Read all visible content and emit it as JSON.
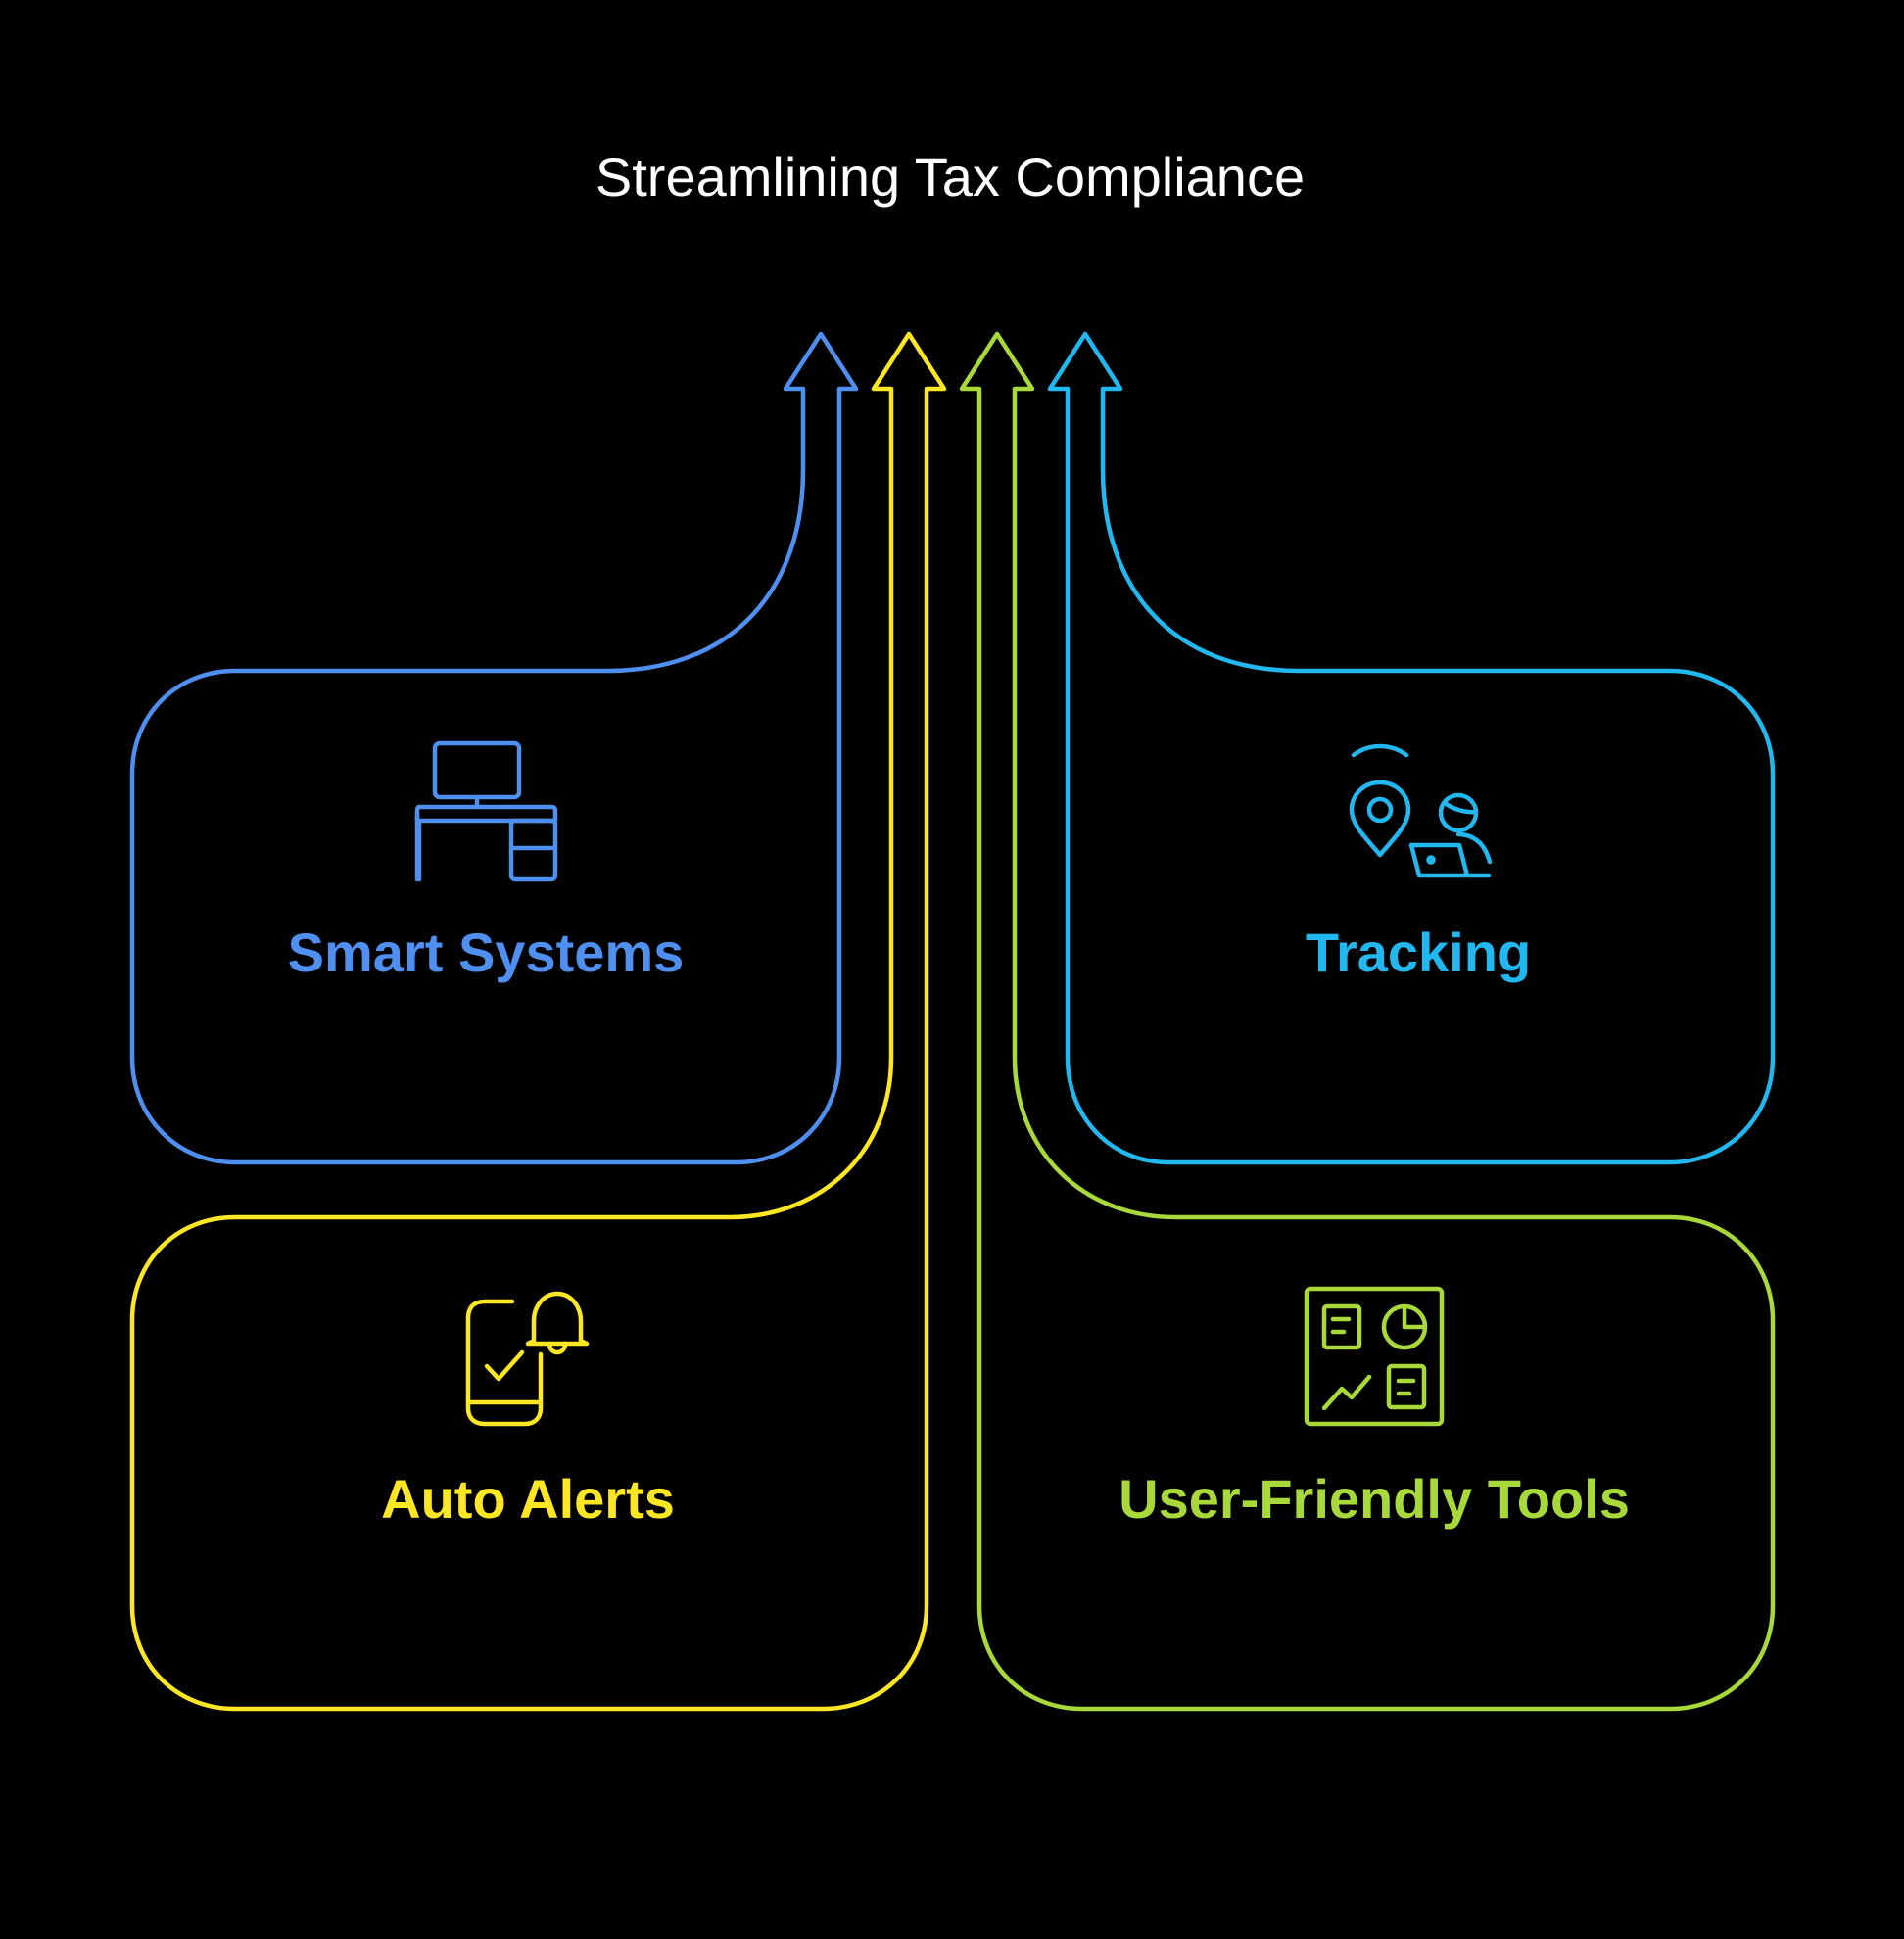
{
  "title": "Streamlining Tax Compliance",
  "colors": {
    "background": "#000000",
    "title": "#ffffff",
    "smart_systems": "#4f8ff0",
    "auto_alerts": "#fde725",
    "user_friendly_tools": "#a8d83a",
    "tracking": "#22b8ef"
  },
  "cards": [
    {
      "id": "smart-systems",
      "label": "Smart Systems",
      "icon": "desk-computer-icon"
    },
    {
      "id": "auto-alerts",
      "label": "Auto Alerts",
      "icon": "phone-bell-icon"
    },
    {
      "id": "user-friendly-tools",
      "label": "User-Friendly Tools",
      "icon": "dashboard-icon"
    },
    {
      "id": "tracking",
      "label": "Tracking",
      "icon": "location-user-icon"
    }
  ]
}
